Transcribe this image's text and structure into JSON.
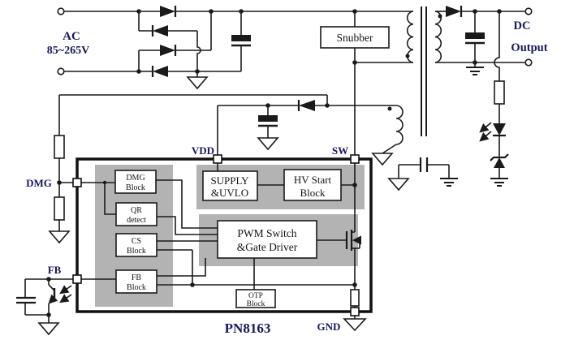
{
  "labels": {
    "ac": "AC",
    "ac_range": "85~265V",
    "dc": "DC",
    "dc_output": "Output",
    "snubber": "Snubber",
    "vdd": "VDD",
    "sw": "SW",
    "dmg": "DMG",
    "fb": "FB",
    "gnd": "GND",
    "part_number": "PN8163"
  },
  "ic_blocks": {
    "supply_uvlo": {
      "line1": "SUPPLY",
      "line2": "&UVLO"
    },
    "hv_start": {
      "line1": "HV Start",
      "line2": "Block"
    },
    "pwm": {
      "line1": "PWM Switch",
      "line2": "&Gate Driver"
    },
    "dmg_block": {
      "line1": "DMG",
      "line2": "Block"
    },
    "qr_detect": {
      "line1": "QR",
      "line2": "detect"
    },
    "cs_block": {
      "line1": "CS",
      "line2": "Block"
    },
    "fb_block": {
      "line1": "FB",
      "line2": "Block"
    },
    "otp_block": {
      "line1": "OTP",
      "line2": "Block"
    }
  },
  "colors": {
    "wire": "#1a1a1a",
    "panel_gray": "#b3b3b3",
    "label_navy": "#17175f",
    "background": "#ffffff"
  }
}
